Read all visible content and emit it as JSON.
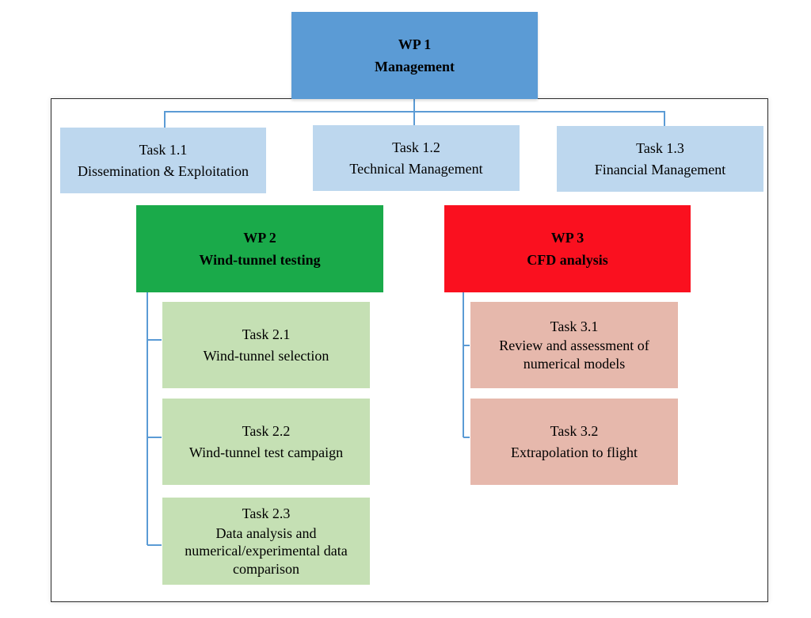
{
  "wp1": {
    "number": "WP 1",
    "title": "Management"
  },
  "tasks1": [
    {
      "number": "Task 1.1",
      "title": "Dissemination & Exploitation"
    },
    {
      "number": "Task 1.2",
      "title": "Technical Management"
    },
    {
      "number": "Task 1.3",
      "title": "Financial Management"
    }
  ],
  "wp2": {
    "number": "WP 2",
    "title": "Wind-tunnel testing"
  },
  "tasks2": [
    {
      "number": "Task 2.1",
      "title": "Wind-tunnel selection"
    },
    {
      "number": "Task 2.2",
      "title": "Wind-tunnel test campaign"
    },
    {
      "number": "Task 2.3",
      "title": "Data analysis and numerical/experimental data comparison"
    }
  ],
  "wp3": {
    "number": "WP 3",
    "title": "CFD analysis"
  },
  "tasks3": [
    {
      "number": "Task 3.1",
      "title": "Review and assessment of numerical models"
    },
    {
      "number": "Task 3.2",
      "title": "Extrapolation to flight"
    }
  ],
  "colors": {
    "wp1": "#5b9bd5",
    "wp2": "#1aaa4a",
    "wp3": "#fa101f",
    "task1": "#bdd7ee",
    "task2": "#c5e0b4",
    "task3": "#e6b8ac",
    "connector": "#5b9bd5"
  }
}
